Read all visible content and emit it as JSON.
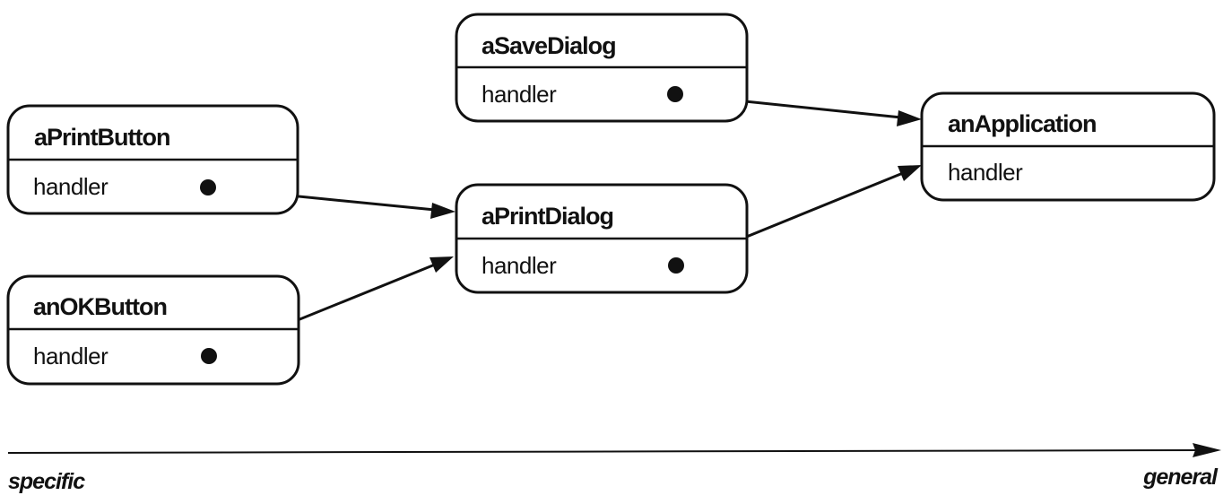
{
  "objects": {
    "aPrintButton": {
      "title": "aPrintButton",
      "field": "handler"
    },
    "anOKButton": {
      "title": "anOKButton",
      "field": "handler"
    },
    "aSaveDialog": {
      "title": "aSaveDialog",
      "field": "handler"
    },
    "aPrintDialog": {
      "title": "aPrintDialog",
      "field": "handler"
    },
    "anApplication": {
      "title": "anApplication",
      "field": "handler"
    }
  },
  "axis": {
    "start_label": "specific",
    "end_label": "general"
  },
  "connections": [
    {
      "from": "aPrintButton",
      "to": "aPrintDialog"
    },
    {
      "from": "anOKButton",
      "to": "aPrintDialog"
    },
    {
      "from": "aSaveDialog",
      "to": "anApplication"
    },
    {
      "from": "aPrintDialog",
      "to": "anApplication"
    }
  ]
}
